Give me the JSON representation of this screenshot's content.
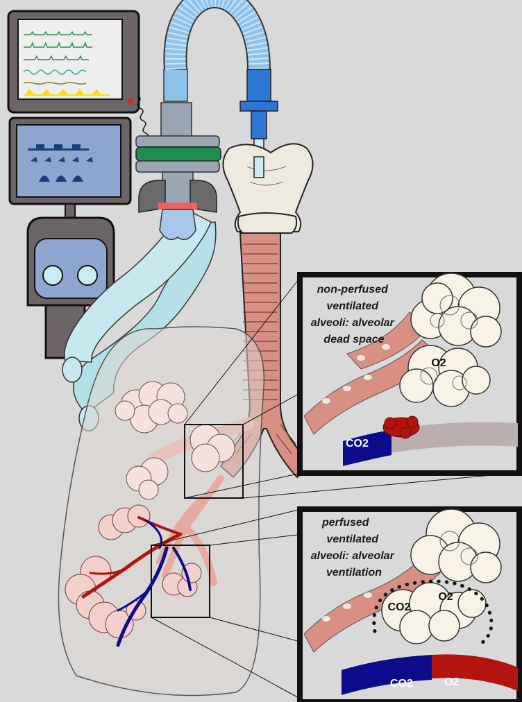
{
  "top_panel": {
    "caption_lines": [
      "non-perfused",
      "ventilated",
      "alveoli: alveolar",
      "dead space"
    ],
    "o2": "O2",
    "co2": "CO2"
  },
  "bottom_panel": {
    "caption_lines": [
      "perfused",
      "ventilated",
      "alveoli: alveolar",
      "ventilation"
    ],
    "co2_alveolus": "CO2",
    "o2_alveolus": "O2",
    "co2_vessel": "CO2",
    "o2_vessel": "O2"
  },
  "colors": {
    "background": "#d9d9d9",
    "trachea": "#d88f84",
    "venous_blue": "#0b0b8c",
    "arterial_red": "#b3140f",
    "tubing": "#a9dbe3",
    "filter_band": "#1f8f4f",
    "monitor_yellow": "#f5e10a"
  }
}
